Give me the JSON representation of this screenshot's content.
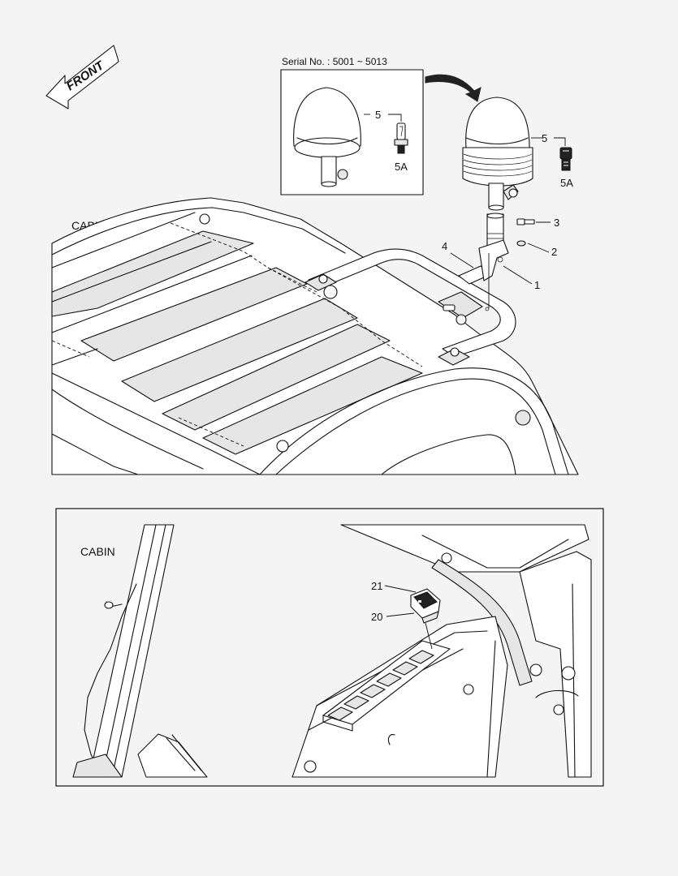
{
  "front_arrow": {
    "label": "FRONT"
  },
  "top_view": {
    "cabin_label": "CABIN",
    "inset": {
      "serial_text": "Serial No. : 5001 ~ 5013"
    },
    "callouts": {
      "inset_5": "5",
      "inset_5a": "5A",
      "main_5": "5",
      "main_5a": "5A",
      "c3": "3",
      "c2": "2",
      "c4": "4",
      "c1": "1"
    }
  },
  "bottom_view": {
    "cabin_label": "CABIN",
    "callouts": {
      "c21": "21",
      "c20": "20"
    }
  },
  "colors": {
    "line": "#111111",
    "background": "#f4f4f4",
    "part_fill": "#ffffff",
    "shade_fill": "#e6e6e6"
  }
}
